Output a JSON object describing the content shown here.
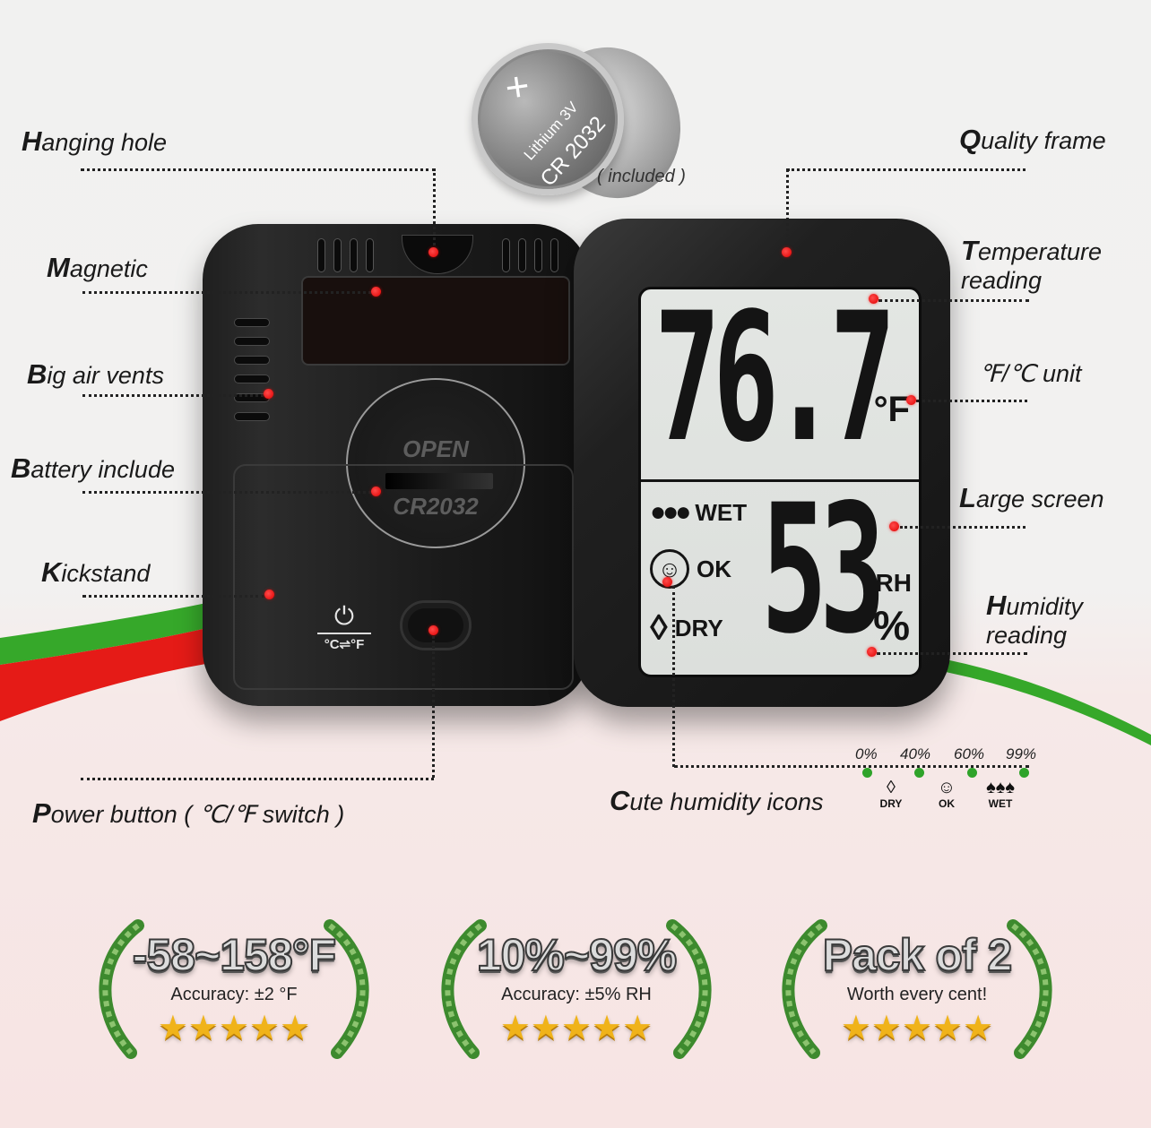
{
  "battery": {
    "plus": "+",
    "line1": "Lithium 3V",
    "line2": "CR 2032",
    "note": "( included )"
  },
  "callouts_left": [
    {
      "cap": "H",
      "rest": "anging hole"
    },
    {
      "cap": "M",
      "rest": "agnetic"
    },
    {
      "cap": "B",
      "rest": "ig air vents"
    },
    {
      "cap": "B",
      "rest": "attery include"
    },
    {
      "cap": "K",
      "rest": "ickstand"
    },
    {
      "cap": "P",
      "rest": "ower button ( ℃/℉ switch )"
    }
  ],
  "callouts_right": [
    {
      "cap": "Q",
      "rest": "uality frame"
    },
    {
      "cap": "T",
      "rest": "emperature",
      "line2": "reading"
    },
    {
      "cap": "",
      "rest": "℉/℃ unit"
    },
    {
      "cap": "L",
      "rest": "arge screen"
    },
    {
      "cap": "H",
      "rest": "umidity",
      "line2": "reading"
    },
    {
      "cap": "C",
      "rest": "ute humidity icons"
    }
  ],
  "back_device": {
    "cover_top": "OPEN",
    "cover_bottom": "CR2032",
    "power_symbol": "⏻",
    "switch_label": "°C⇌°F"
  },
  "display": {
    "temperature": "76.7",
    "temp_unit": "°F",
    "humidity": "53",
    "humidity_unit_1": "RH",
    "humidity_unit_2": "%",
    "levels": [
      {
        "icon": "💧💧💧",
        "label": "WET"
      },
      {
        "icon": "☺",
        "label": "OK"
      },
      {
        "icon": "💧",
        "label": "DRY"
      }
    ]
  },
  "humidity_scale": {
    "ticks": [
      "0%",
      "40%",
      "60%",
      "99%"
    ],
    "icons": [
      {
        "glyph": "◊",
        "label": "DRY"
      },
      {
        "glyph": "☺",
        "label": "OK"
      },
      {
        "glyph": "♠♠♠",
        "label": "WET"
      }
    ]
  },
  "badges": [
    {
      "title": "-58~158°F",
      "subtitle": "Accuracy:  ±2 °F",
      "stars": "★★★★★"
    },
    {
      "title": "10%~99%",
      "subtitle": "Accuracy: ±5% RH",
      "stars": "★★★★★"
    },
    {
      "title": "Pack of 2",
      "subtitle": "Worth every cent!",
      "stars": "★★★★★"
    }
  ],
  "colors": {
    "accent_red": "#e00000",
    "accent_green": "#2fa32a",
    "star_gold": "#f0b31a",
    "device_black": "#1a1a1a",
    "lcd_bg": "#e0e3e0"
  }
}
